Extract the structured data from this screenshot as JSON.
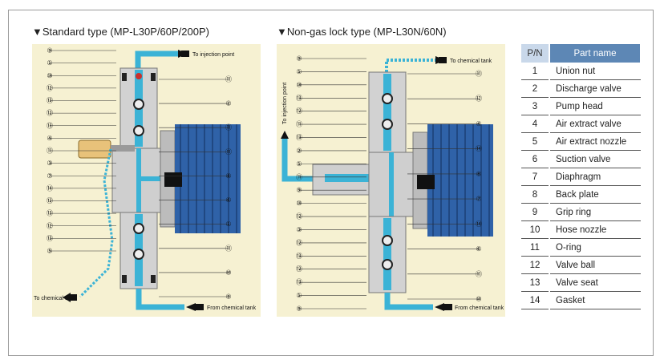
{
  "headings": {
    "standard": "▼Standard type (MP-L30P/60P/200P)",
    "nongas": "▼Non-gas lock type (MP-L30N/60N)"
  },
  "left_diagram": {
    "flow_labels": {
      "injection": "To injection point",
      "tank": "To chemical tank",
      "from_tank": "From chemical tank"
    },
    "left_callouts": [
      "⑨",
      "①",
      "⑩",
      "⑫",
      "⑬",
      "⑫",
      "⑬",
      "④",
      "⑪",
      "③",
      "⑦",
      "⑭",
      "⑫",
      "⑬",
      "⑫",
      "⑬",
      "⑤"
    ],
    "right_callouts": [
      "⑪",
      "②",
      "⑪",
      "⑪",
      "⑧",
      "⑥",
      "①",
      "⑪",
      "⑩",
      "⑨"
    ]
  },
  "right_diagram": {
    "flow_labels": {
      "tank_top": "To chemical tank",
      "injection_vertical": "To injection point",
      "from_tank": "From chemical tank"
    },
    "left_callouts": [
      "⑨",
      "①",
      "⑩",
      "⑬",
      "⑫",
      "⑪",
      "⑬",
      "②",
      "①",
      "⑪",
      "⑨",
      "⑩",
      "⑫",
      "③",
      "⑫",
      "⑬",
      "⑫",
      "⑬",
      "①",
      "⑨"
    ],
    "right_callouts": [
      "⑪",
      "⑫",
      "④",
      "⑭",
      "⑧",
      "⑦",
      "⑭",
      "⑥",
      "⑪",
      "⑩"
    ]
  },
  "table": {
    "col_pn": "P/N",
    "col_name": "Part name",
    "rows": [
      {
        "num": "1",
        "name": "Union nut"
      },
      {
        "num": "2",
        "name": "Discharge valve"
      },
      {
        "num": "3",
        "name": "Pump head"
      },
      {
        "num": "4",
        "name": "Air extract valve"
      },
      {
        "num": "5",
        "name": "Air extract nozzle"
      },
      {
        "num": "6",
        "name": "Suction valve"
      },
      {
        "num": "7",
        "name": "Diaphragm"
      },
      {
        "num": "8",
        "name": "Back plate"
      },
      {
        "num": "9",
        "name": "Grip ring"
      },
      {
        "num": "10",
        "name": "Hose nozzle"
      },
      {
        "num": "11",
        "name": "O-ring"
      },
      {
        "num": "12",
        "name": "Valve ball"
      },
      {
        "num": "13",
        "name": "Valve seat"
      },
      {
        "num": "14",
        "name": "Gasket"
      }
    ]
  },
  "colors": {
    "pipe": "#3bb3d6",
    "housing": "#d2d2d2",
    "motor": "#2f62a8",
    "background": "#f6f1d2",
    "table_header": "#5d87b5",
    "table_pn_header": "#c9d8ea"
  }
}
